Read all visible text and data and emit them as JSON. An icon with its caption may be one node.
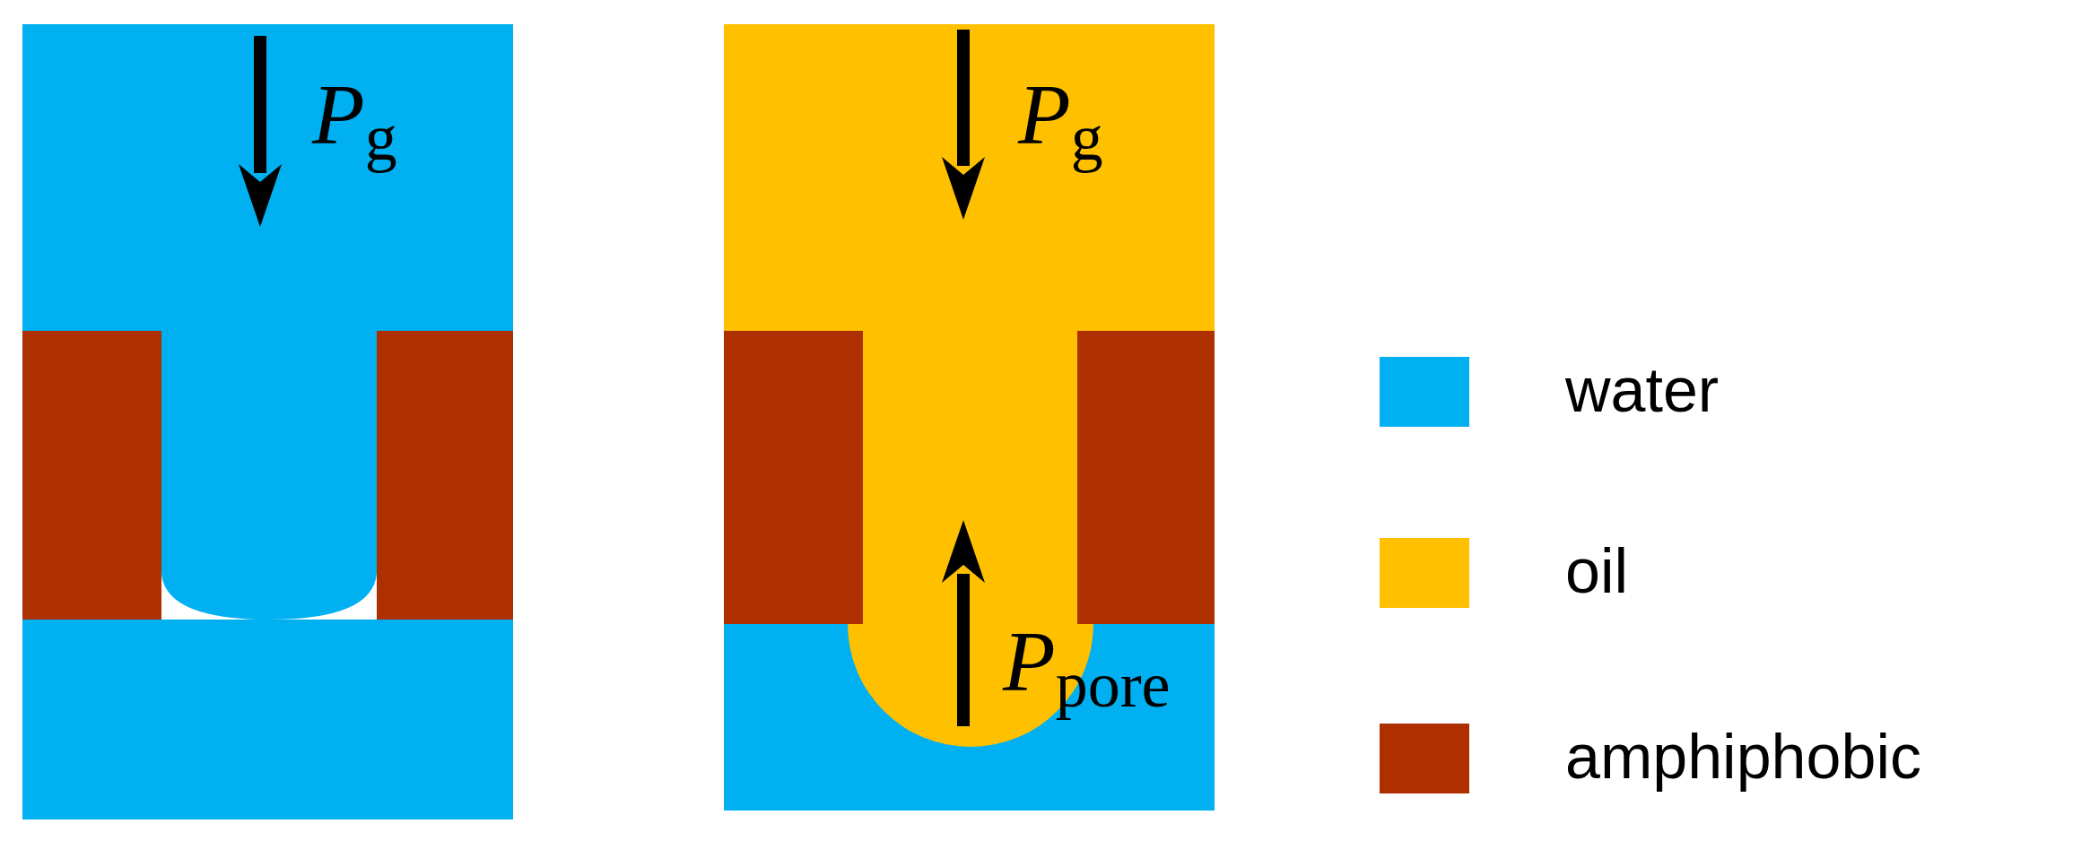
{
  "diagram": {
    "labels": [
      "*P*$_{g}$",
      "*P*$_{g}$",
      "*P*$_{pore}$"
    ],
    "legend": [
      {
        "text": "water",
        "color": "#00b0f0"
      },
      {
        "text": "oil",
        "color": "#ffc000"
      },
      {
        "text": "amphiphobic",
        "color": "#ae2f00"
      }
    ]
  }
}
